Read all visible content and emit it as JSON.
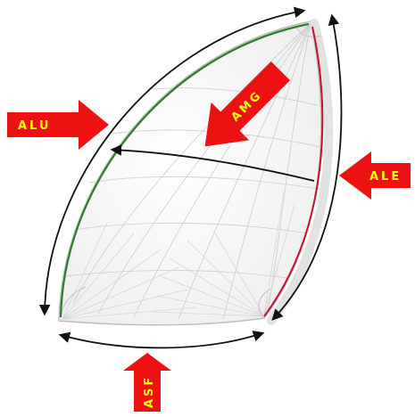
{
  "labels": {
    "luff": "ALU",
    "leech": "ALE",
    "mid_girth": "AMG",
    "foot": "ASF"
  },
  "colors": {
    "arrow_fill": "#ee1111",
    "label_text": "#ffff00",
    "luff_line": "#2e7d2e",
    "leech_line": "#c8102e",
    "measure_line": "#111111",
    "sail_panel_line": "#c8c8c8"
  }
}
